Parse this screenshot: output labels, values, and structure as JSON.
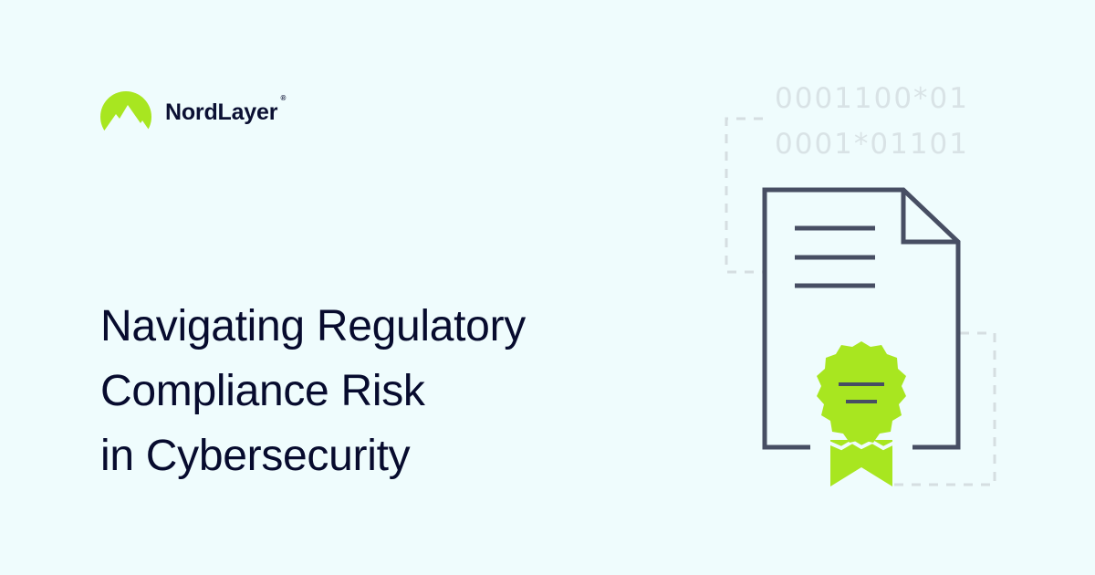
{
  "brand": {
    "name": "NordLayer",
    "registered_mark": "®",
    "logo_icon": "mountain-circle-icon",
    "accent_color": "#A8E620",
    "text_color": "#0B1033"
  },
  "headline": {
    "lines": [
      "Navigating Regulatory",
      "Compliance Risk",
      "in Cybersecurity"
    ]
  },
  "illustration": {
    "binary_lines": [
      "0001100*01",
      "0001*01101"
    ],
    "document_icon": "document-icon",
    "badge_icon": "award-badge-icon",
    "stroke_color": "#474E63",
    "badge_color": "#A8E620",
    "dashed_color": "#D5DEE1"
  },
  "background_color": "#EFFCFD"
}
